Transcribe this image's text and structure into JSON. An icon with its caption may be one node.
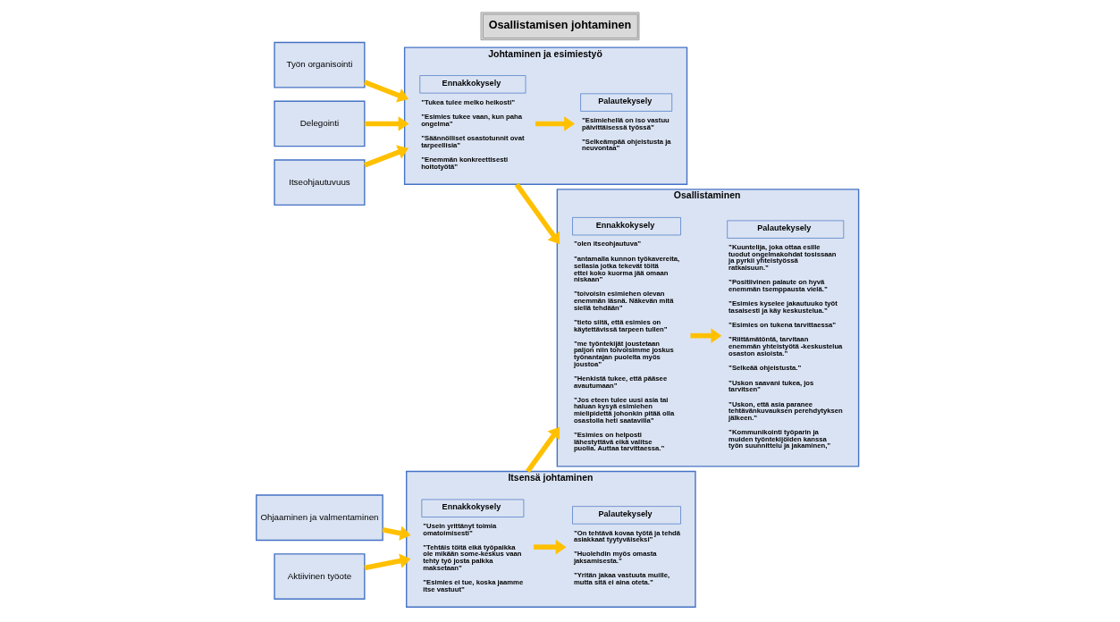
{
  "diagram": {
    "title": "Osallistamisen johtaminen",
    "nodes": [
      {
        "text": [
          "Työn organisointi"
        ]
      },
      {
        "text": [
          "Delegointi"
        ]
      },
      {
        "text": [
          "Itseohjautuvuus"
        ]
      },
      {
        "text": [
          "Ohjaaminen ja valmentaminen"
        ]
      },
      {
        "text": [
          "Aktiivinen työote"
        ]
      },
      {
        "text": [
          "Johtaminen ja esimiestyö"
        ]
      },
      {
        "text": [
          "Ennakkokysely"
        ],
        "in": 5,
        "beside": [
          "”Tukea tulee melko heikosti”",
          "”Esimies tukee vaan, kun paha ongelma”",
          "”Säännölliset osastotunnit ovat tarpeellisia”",
          "”Enemmän konkreettisesti hoitotyötä”"
        ]
      },
      {
        "text": [
          "Palautekysely"
        ],
        "in": 5,
        "beside": [
          "”Esimiehellä on iso vastuu päivittäisessä työssä”",
          "”Selkeämpää ohjeistusta ja neuvontaa”"
        ]
      },
      {
        "text": [
          "Itsensä johtaminen"
        ]
      },
      {
        "text": [
          "Ennakkokysely"
        ],
        "in": 8,
        "beside": [
          "”Usein yrittänyt toimia omatoimisesti”",
          "”Tehtäis töitä eikä työpaikka ole mikään some-keskus vaan tehty työ josta palkka maksetaan”",
          "”Esimies ei tue, koska jaamme itse vastuut”"
        ]
      },
      {
        "text": [
          "Palautekysely"
        ],
        "in": 8,
        "beside": [
          "”On tehtävä kovaa työtä ja tehdä asiakkaat tyytyväiseksi”",
          "”Huolehdin myös omasta jaksamisesta.”",
          "”Yritän jakaa vastuuta muille, mutta sitä ei aina oteta.”"
        ]
      },
      {
        "text": [
          "Osallistaminen"
        ]
      },
      {
        "text": [
          "Ennakkokysely"
        ],
        "in": 11,
        "beside": [
          "”olen itseohjautuva”",
          "”antamalla kunnon työkavereita, sellasia jotka tekevät töitä ettei koko kuorma jää omaan niskaan”",
          "”toivoisin esimiehen olevan enemmän läsnä. Näkevän mitä siellä tehdään”",
          "”tieto siitä, että esimies on käytettävissä tarpeen tullen”",
          "”me työntekijät joustetaan paljon niin toivoisimme joskus työnantajan puolelta myös joustoa”",
          "”Henkistä tukee, että pääsee avautumaan”",
          "”Jos eteen tulee uusi asia tai haluan kysyä esimiehen mielipidettä johonkin pitää olla osastolla heti saatavilla”",
          "”Esimies on helposti lähestyttävä eikä valitse puolia. Auttaa tarvittaessa.”"
        ]
      },
      {
        "text": [
          "Palautekysely"
        ],
        "in": 11,
        "beside": [
          "”Kuuntelija, joka ottaa esille tuodut ongelmakohdat tosissaan ja pyrkii yhteistyössä ratkaisuun.”",
          "”Positiivinen palaute on hyvä enemmän tsemppausta vielä.”",
          "”Esimies kyselee jakautuuko työt tasaisesti ja käy keskustelua.”",
          "”Esimies on tukena tarvittaessa”",
          "”Riittämätöntä, tarvitaan enemmän yhteistyötä -keskustelua osaston asioista.”",
          "”Selkeää ohjeistusta.”",
          "”Uskon saavani tukea, jos tarvitsen”",
          "”Uskon, että asia paranee tehtävänkuvauksen perehdytyksen jälkeen.”",
          "”Kommunikointi työparin ja muiden työntekijöiden kanssa työn suunnittelu ja jakaminen,”"
        ]
      }
    ],
    "edges": [
      {
        "from": 0,
        "to": 5,
        "arrow": "to"
      },
      {
        "from": 1,
        "to": 5,
        "arrow": "to"
      },
      {
        "from": 2,
        "to": 5,
        "arrow": "to"
      },
      {
        "from": 3,
        "to": 8,
        "arrow": "to"
      },
      {
        "from": 4,
        "to": 8,
        "arrow": "to"
      },
      {
        "from": 6,
        "to": 7,
        "arrow": "to"
      },
      {
        "from": 9,
        "to": 10,
        "arrow": "to"
      },
      {
        "from": 12,
        "to": 13,
        "arrow": "to"
      },
      {
        "from": 5,
        "to": 11,
        "arrow": "to"
      },
      {
        "from": 8,
        "to": 11,
        "arrow": "to"
      }
    ]
  }
}
